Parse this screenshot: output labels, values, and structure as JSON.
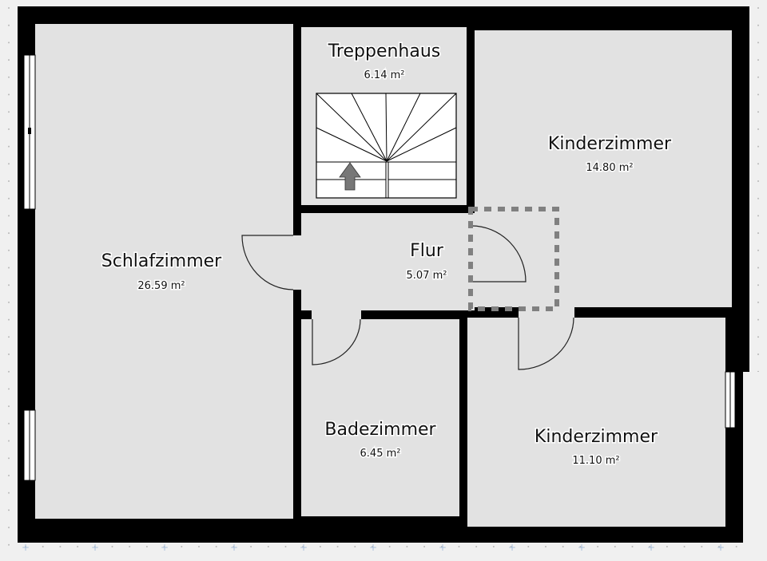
{
  "floorplan": {
    "colors": {
      "background": "#f0f0f0",
      "wall": "#000000",
      "floor": "#e2e2e2",
      "stair": "#ffffff",
      "arrow": "#777777",
      "selection": "#808080",
      "grid_dot": "#b8b8b8",
      "grid_cross": "#a9bfdc"
    },
    "rooms": [
      {
        "id": "schlafzimmer",
        "name": "Schlafzimmer",
        "area": "26.59 m²"
      },
      {
        "id": "treppenhaus",
        "name": "Treppenhaus",
        "area": "6.14 m²"
      },
      {
        "id": "kinderzimmer-1",
        "name": "Kinderzimmer",
        "area": "14.80 m²"
      },
      {
        "id": "flur",
        "name": "Flur",
        "area": "5.07 m²"
      },
      {
        "id": "badezimmer",
        "name": "Badezimmer",
        "area": "6.45 m²"
      },
      {
        "id": "kinderzimmer-2",
        "name": "Kinderzimmer",
        "area": "11.10 m²"
      }
    ],
    "stair_icon": "staircase-up-arrow-icon",
    "selected_object": "door-selection-dashed"
  }
}
